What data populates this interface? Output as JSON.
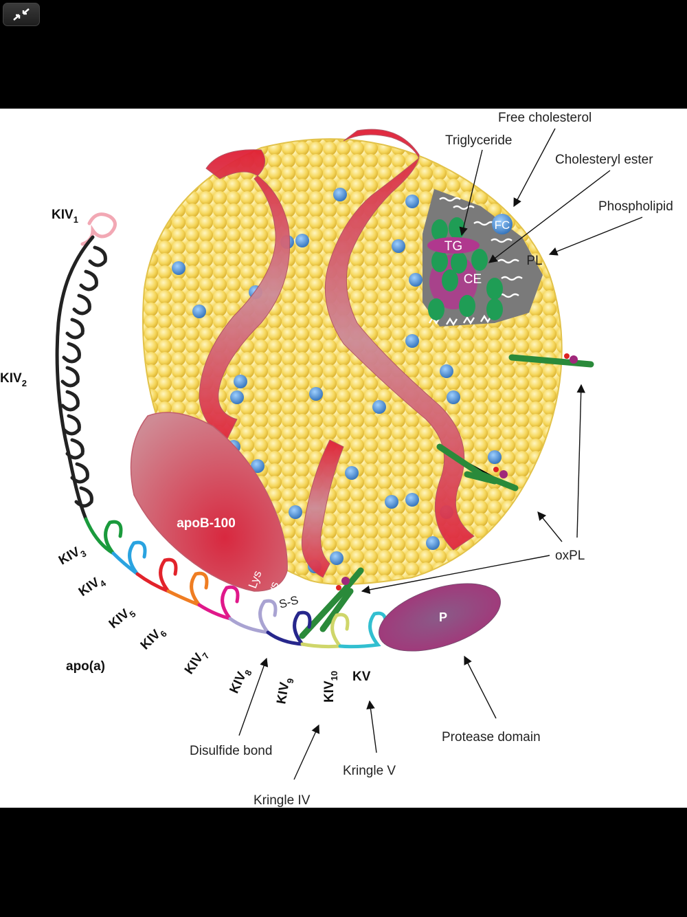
{
  "viewer": {
    "exit_fullscreen_icon": "collapse-arrows-icon"
  },
  "figure": {
    "lipid_labels": {
      "free_cholesterol": "Free cholesterol",
      "triglyceride": "Triglyceride",
      "cholesteryl_ester": "Cholesteryl ester",
      "phospholipid": "Phospholipid",
      "fc": "FC",
      "tg": "TG",
      "ce": "CE",
      "pl": "PL",
      "oxpl": "oxPL"
    },
    "apob": {
      "label": "apoB-100",
      "lys1": "Lys",
      "lys2": "Lys"
    },
    "disulfide": "S-S",
    "protease": {
      "label": "P",
      "caption": "Protease domain"
    },
    "kringles": [
      {
        "base": "KIV",
        "sub": "1",
        "color": "#f2a8b4"
      },
      {
        "base": "KIV",
        "sub": "2",
        "color": "#222222"
      },
      {
        "base": "KIV",
        "sub": "3",
        "color": "#1a9a3c"
      },
      {
        "base": "KIV",
        "sub": "4",
        "color": "#2aa3e0"
      },
      {
        "base": "KIV",
        "sub": "5",
        "color": "#e2232b"
      },
      {
        "base": "KIV",
        "sub": "6",
        "color": "#ef7d22"
      },
      {
        "base": "KIV",
        "sub": "7",
        "color": "#e0188a"
      },
      {
        "base": "KIV",
        "sub": "8",
        "color": "#a9a3d2"
      },
      {
        "base": "KIV",
        "sub": "9",
        "color": "#27278c"
      },
      {
        "base": "KIV",
        "sub": "10",
        "color": "#cfd66a"
      },
      {
        "base": "KV",
        "sub": "",
        "color": "#32bfd0"
      }
    ],
    "apoa_label": "apo(a)",
    "captions": {
      "disulfide_bond": "Disulfide bond",
      "kringle_iv": "Kringle IV",
      "kringle_v": "Kringle V"
    }
  },
  "colors": {
    "lipid_yellow": "#f5d65a",
    "cholesterol_blue": "#4a8fd6",
    "apob_red": "#d9364a",
    "core_gray": "#7a7a7a",
    "ce_green": "#1f9d55",
    "tg_magenta": "#b0388e",
    "protease_purple": "#9a3f7c"
  }
}
